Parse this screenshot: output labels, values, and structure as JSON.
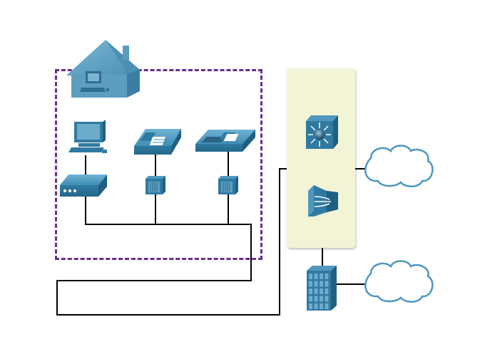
{
  "diagram": {
    "title": "",
    "type": "network-topology",
    "colors": {
      "device_blue": "#2f7aa1",
      "device_dark": "#1e5f82",
      "device_light": "#5aa3c6",
      "home_zone_border": "#6a2d8c",
      "provider_panel": "#f3f4d6",
      "wire": "#000000",
      "cloud_stroke": "#4f97bf"
    },
    "nodes": [
      {
        "id": "home",
        "icon": "house-icon",
        "label": ""
      },
      {
        "id": "pc",
        "icon": "pc-icon",
        "label": ""
      },
      {
        "id": "modem",
        "icon": "modem-icon",
        "label": ""
      },
      {
        "id": "phone1",
        "icon": "ip-phone-icon",
        "label": ""
      },
      {
        "id": "phone2",
        "icon": "phone-icon",
        "label": ""
      },
      {
        "id": "filter1",
        "icon": "microfilter-icon",
        "label": ""
      },
      {
        "id": "filter2",
        "icon": "microfilter-icon",
        "label": ""
      },
      {
        "id": "l3switch",
        "icon": "multilayer-switch-icon",
        "label": ""
      },
      {
        "id": "dslam",
        "icon": "dslam-icon",
        "label": ""
      },
      {
        "id": "office",
        "icon": "building-icon",
        "label": ""
      },
      {
        "id": "cloud1",
        "icon": "cloud-icon",
        "label": ""
      },
      {
        "id": "cloud2",
        "icon": "cloud-icon",
        "label": ""
      }
    ],
    "links": [
      [
        "pc",
        "modem"
      ],
      [
        "phone1",
        "filter1"
      ],
      [
        "phone2",
        "filter2"
      ],
      [
        "modem",
        "filter1"
      ],
      [
        "filter1",
        "filter2"
      ],
      [
        "filter2",
        "provider-panel"
      ],
      [
        "provider-panel",
        "cloud1"
      ],
      [
        "provider-panel",
        "office"
      ],
      [
        "office",
        "cloud2"
      ]
    ]
  }
}
